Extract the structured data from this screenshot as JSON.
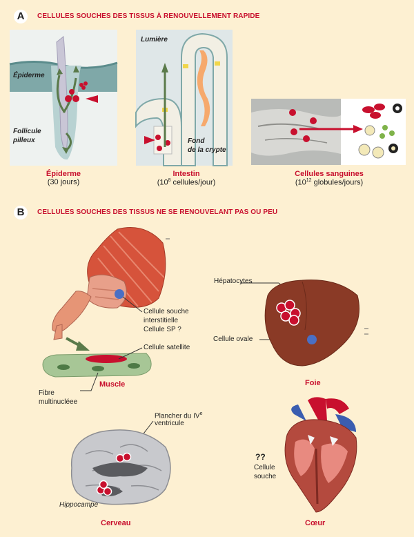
{
  "section_a": {
    "letter": "A",
    "title": "CELLULES SOUCHES DES TISSUS À RENOUVELLEMENT RAPIDE",
    "epiderme": {
      "label_epiderme": "Épiderme",
      "label_follicule_1": "Follicule",
      "label_follicule_2": "pilleux",
      "caption_title": "Épiderme",
      "caption_sub": "(30 jours)"
    },
    "intestin": {
      "label_lumiere": "Lumière",
      "label_fond_1": "Fond",
      "label_fond_2": "de la crypte",
      "caption_title": "Intestin",
      "caption_pre": "(10",
      "caption_sup": "8",
      "caption_post": " cellules/jour)"
    },
    "sang": {
      "caption_title": "Cellules sanguines",
      "caption_pre": "(10",
      "caption_sup": "12",
      "caption_post": " globules/jours)"
    }
  },
  "section_b": {
    "letter": "B",
    "title": "CELLULES SOUCHES DES TISSUS NE SE RENOUVELANT PAS OU PEU",
    "muscle": {
      "organ": "Muscle",
      "label_cellule_souche_1": "Cellule souche",
      "label_cellule_souche_2": "interstitielle",
      "label_cellule_souche_3": "Cellule SP ?",
      "label_satellite": "Cellule satellite",
      "label_fibre_1": "Fibre",
      "label_fibre_2": "multinucléee"
    },
    "foie": {
      "organ": "Foie",
      "label_hepatocytes": "Hépatocytes",
      "label_ovale": "Cellule ovale"
    },
    "cerveau": {
      "organ": "Cerveau",
      "label_plancher_1": "Plancher du IV",
      "label_plancher_sup": "e",
      "label_plancher_2": "ventricule",
      "label_hippocampe": "Hippocampe"
    },
    "coeur": {
      "organ": "Cœur",
      "label_qq": "??",
      "label_cellule_1": "Cellule",
      "label_cellule_2": "souche"
    }
  },
  "colors": {
    "background": "#fdf0d2",
    "accent_red": "#c8102e",
    "arrow_green": "#5a7a4a",
    "stem_blue": "#4a6fc4"
  }
}
